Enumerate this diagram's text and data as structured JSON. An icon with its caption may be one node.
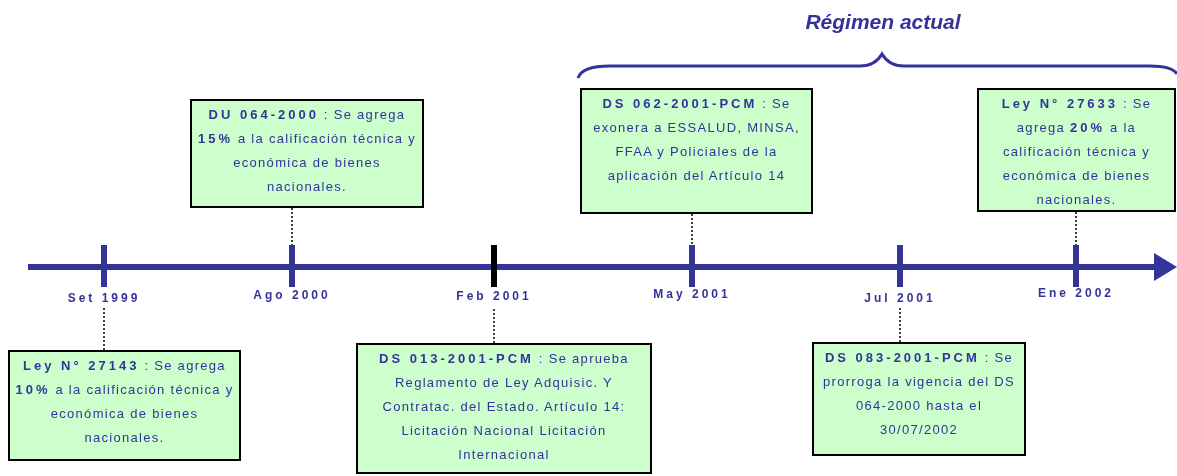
{
  "diagram": {
    "title": "Régimen actual",
    "nodes": [
      {
        "text": [
          "**DU 064-2000** : Se agrega **15%** a la calificación técnica y económica de bienes nacionales."
        ]
      },
      {
        "text": [
          "**DS 062-2001-PCM** : Se exonera a ESSALUD, MINSA, FFAA y Policiales de la aplicación del Artículo 14"
        ]
      },
      {
        "text": [
          "**Ley N° 27633** : Se agrega **20%** a la calificación técnica y económica de bienes nacionales."
        ]
      },
      {
        "text": [
          "Set 1999"
        ]
      },
      {
        "text": [
          "Ago 2000"
        ]
      },
      {
        "text": [
          "Feb 2001"
        ]
      },
      {
        "text": [
          "May 2001"
        ]
      },
      {
        "text": [
          "Jul 2001"
        ]
      },
      {
        "text": [
          "Ene 2002"
        ]
      },
      {
        "text": [
          "**Ley N° 27143** : Se agrega **10%** a la calificación técnica y económica de bienes nacionales."
        ]
      },
      {
        "text": [
          "**DS 013-2001-PCM** : Se aprueba Reglamento de Ley Adquisic. Y Contratac. del Estado. Artículo 14: Licitación Nacional Licitación Internacional"
        ]
      },
      {
        "text": [
          "**DS 083-2001-PCM** : Se prorroga la vigencia del DS 064-2000 hasta el 30/07/2002"
        ]
      }
    ],
    "edges": [
      {
        "from": 0,
        "to": 4,
        "arrow": "none",
        "style": "dashed"
      },
      {
        "from": 1,
        "to": 6,
        "arrow": "none",
        "style": "dashed"
      },
      {
        "from": 2,
        "to": 8,
        "arrow": "none",
        "style": "dashed"
      },
      {
        "from": 9,
        "to": 3,
        "arrow": "none",
        "style": "dashed"
      },
      {
        "from": 10,
        "to": 5,
        "arrow": "none",
        "style": "dashed"
      },
      {
        "from": 11,
        "to": 7,
        "arrow": "none",
        "style": "dashed"
      }
    ]
  }
}
